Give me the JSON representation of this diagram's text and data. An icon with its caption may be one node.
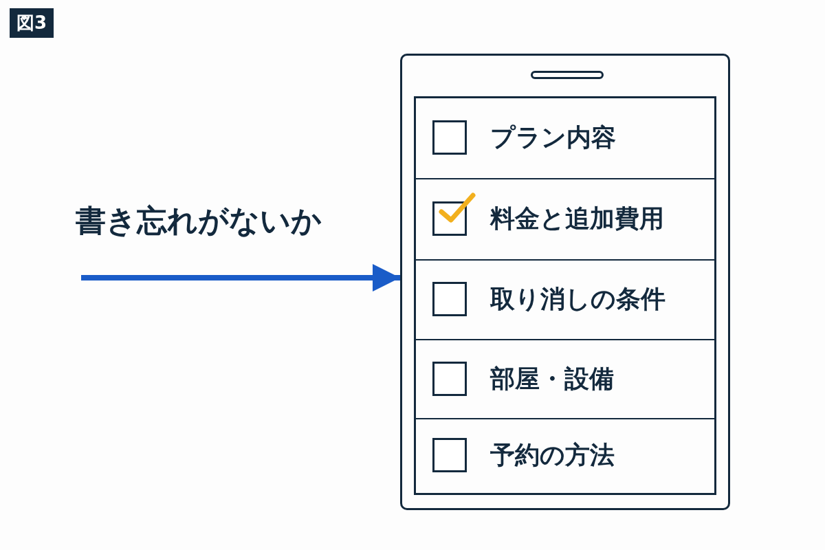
{
  "diagram": {
    "title": "図3",
    "nodes": [
      {
        "text": [
          "書き忘れがないか"
        ]
      },
      {
        "text": [],
        "shape": "box"
      },
      {
        "text": [
          "プラン内容"
        ],
        "in": 1
      },
      {
        "text": [
          "料金と追加費用"
        ],
        "in": 1
      },
      {
        "text": [
          "取り消しの条件"
        ],
        "in": 1
      },
      {
        "text": [
          "部屋・設備"
        ],
        "in": 1
      },
      {
        "text": [
          "予約の方法"
        ],
        "in": 1
      }
    ],
    "edges": [
      {
        "from": 0,
        "to": 1,
        "arrow": "to",
        "color": "#1a5cc8"
      }
    ]
  }
}
